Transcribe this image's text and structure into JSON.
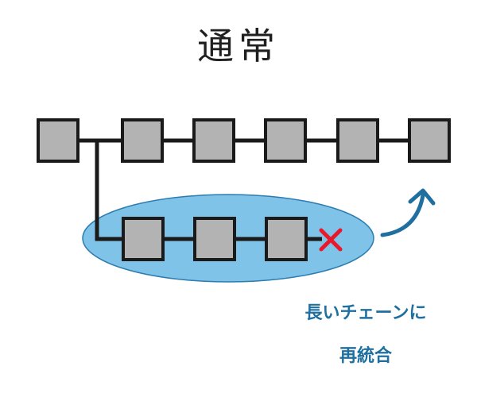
{
  "title": "通常",
  "caption": {
    "line1": "長いチェーンに",
    "line2": "再統合"
  },
  "colors": {
    "block_fill": "#b3b3b3",
    "block_stroke": "#1a1a1a",
    "line": "#1a1a1a",
    "ellipse_fill": "#7fc3e8",
    "ellipse_stroke": "#2b7cb0",
    "cross": "#e8192c",
    "arrow": "#1f6fa0",
    "caption": "#1f6fa0"
  },
  "icons": {
    "cross": "cross-icon",
    "arrow": "curved-up-arrow-icon"
  },
  "main_chain": {
    "block_count": 6
  },
  "side_chain": {
    "block_count": 3
  }
}
